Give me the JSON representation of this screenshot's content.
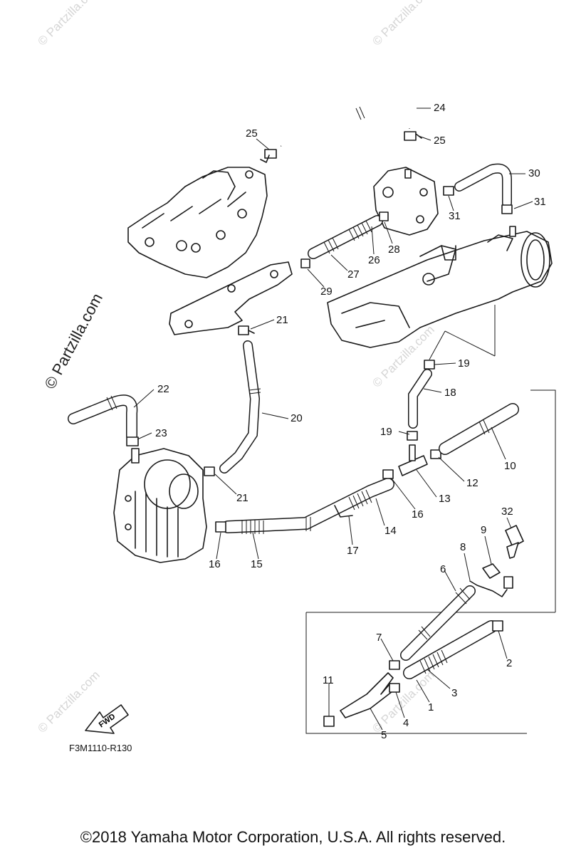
{
  "diagram": {
    "callouts": [
      "24",
      "25",
      "25",
      "30",
      "31",
      "31",
      "26",
      "28",
      "27",
      "29",
      "21",
      "19",
      "18",
      "22",
      "20",
      "23",
      "19",
      "10",
      "12",
      "13",
      "16",
      "21",
      "14",
      "17",
      "16",
      "15",
      "32",
      "9",
      "8",
      "6",
      "7",
      "2",
      "3",
      "1",
      "11",
      "4",
      "5"
    ],
    "fwd_label": "FWD",
    "figure_code": "F3M1110-R130",
    "watermark": "© Partzilla.com",
    "faint_watermark": "© Partzilla.com"
  },
  "footer": {
    "copyright": "©2018  Yamaha Motor Corporation, U.S.A. All rights reserved."
  }
}
